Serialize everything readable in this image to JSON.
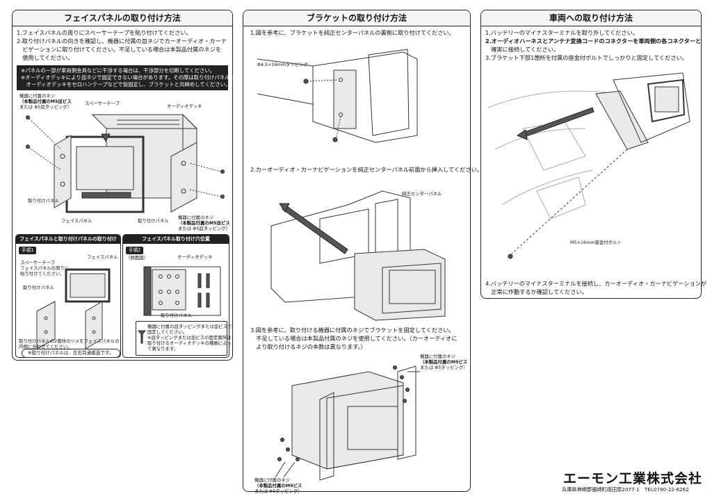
{
  "left": {
    "title": "フェイスパネルの取り付け方法",
    "steps": [
      "1.フェイスパネルの周りにスペーサーテープを貼り付けてください。",
      "2.取り付けパネルの向きを確認し、機器に付属の皿ネジでカーオーディオ・カーナ",
      "　ビゲーションに取り付けてください。不足している場合は本製品付属のネジを",
      "　使用してください。"
    ],
    "notes": [
      "※パネルの一部が車両側金具などに干渉する場合は、干渉部分を切断してください。",
      "※オーディオデッキにより皿ネジで固定できない場合があります。その際は取り付けパネルと",
      "　オーディオデッキをセロハンテープなどで仮固定し、ブラケットと共締めしてください。"
    ],
    "labels": {
      "screw_a": "機器に付属のネジ",
      "screw_b": "（本製品付属のM5皿ビス",
      "screw_c": "または Φ5皿タッピング）",
      "spacer": "スペーサーテープ",
      "deck": "オーディオデッキ",
      "mount_panel_left": "取り付けパネル",
      "face_panel": "フェイスパネル",
      "mount_panel_right": "取り付けパネル",
      "screw_r_a": "機器に付属のネジ",
      "screw_r_b": "（本製品付属のM5皿ビス",
      "screw_r_c": "または Φ5皿タッピング）"
    },
    "sub1": {
      "title": "フェイスパネルと取り付けパネルの取り付け",
      "step": "手順1",
      "face_panel": "フェイスパネル",
      "spacer_1": "スペーサーテープ",
      "spacer_2": "フェイスパネルの周りに",
      "spacer_3": "貼り付けてください。",
      "mount": "取り付けパネル",
      "instr_1": "取り付けパネルの2箇所のツメをフェイスパネルの",
      "instr_2": "内側に合わせてください。",
      "common": "※取り付けパネルは、左右共通部品です。"
    },
    "sub2": {
      "title": "フェイスパネル取り付け穴位置",
      "step": "手順2",
      "side": "（側面図）",
      "deck": "オーディオデッキ",
      "mount": "取り付けパネル",
      "note_1": "機器に付属の皿タッピングまたは皿ビスで",
      "note_2": "固定してください。",
      "note_3": "※皿タッピングまたは皿ビスの固定箇所は",
      "note_4": "取り付けるオーディオデッキの種類によっ",
      "note_5": "て異なります。"
    }
  },
  "middle": {
    "title": "ブラケットの取り付け方法",
    "step1": "1.図を参考に、ブラケットを純正センターパネルの裏側に取り付けてください。",
    "tapping": "Φ4.5×16mmタッピング",
    "step2": "2.カーオーディオ・カーナビゲーションを純正センターパネル前面から挿入してください。",
    "center_panel": "純正センターパネル",
    "step3_1": "3.図を参考に、取り付ける機器に付属のネジでブラケットを固定してください。",
    "step3_2": "　不足している場合は本製品付属のネジを使用してください。（カーオーディオに",
    "step3_3": "　より取り付けるネジの本数は異なります。）",
    "screw_right_1": "機器に付属のネジ",
    "screw_right_2": "（本製品付属のM5ビス",
    "screw_right_3": "または Φ5タッピング）",
    "screw_left_1": "機器に付属のネジ",
    "screw_left_2": "（本製品付属のM5ビス",
    "screw_left_3": "または Φ5タッピング）"
  },
  "right": {
    "title": "車両への取り付け方法",
    "steps": [
      "1.バッテリーのマイナスターミナルを取り外してください。",
      "2.オーディオハーネスとアンテナ変換コードのコネクターを車両側の各コネクターと",
      "　確実に接続してください。",
      "3.ブラケット下部1箇所を付属の座金付ボルトでしっかりと固定してください。"
    ],
    "bolt": "M5×16mm座金付ボルト",
    "step4_1": "4.バッテリーのマイナスターミナルを接続し、カーオーディオ・カーナビゲーションが",
    "step4_2": "　正常に作動するか確認してください。"
  },
  "footer": {
    "company": "エーモン工業株式会社",
    "address": "兵庫県神崎郡福崎町南田原2077-1　TEL0790-22-6262"
  }
}
